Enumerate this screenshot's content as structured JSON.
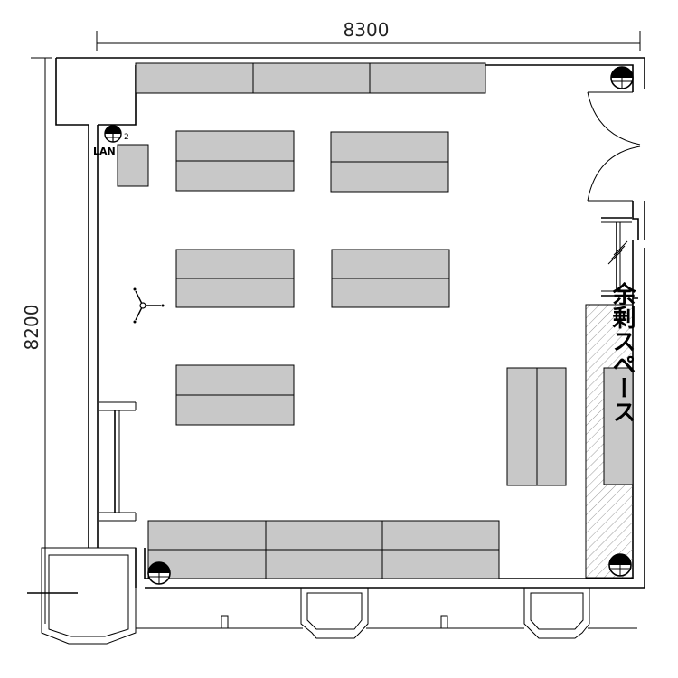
{
  "dimensions": {
    "width_label": "8300",
    "height_label": "8200"
  },
  "labels": {
    "lan": "LAN",
    "lan_index": "2",
    "spare_space": "余剰スペース"
  }
}
